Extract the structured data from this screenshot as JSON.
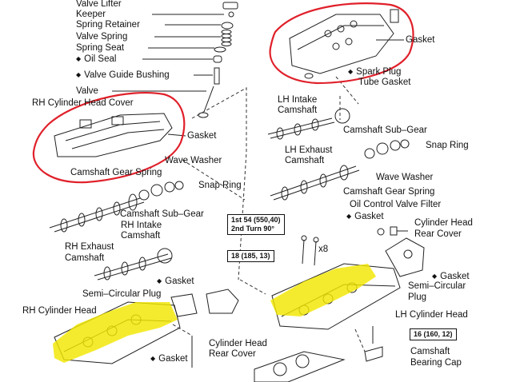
{
  "labels": {
    "valve_lifter": "Valve Lifter",
    "keeper": "Keeper",
    "spring_retainer": "Spring Retainer",
    "valve_spring": "Valve Spring",
    "spring_seat": "Spring Seat",
    "oil_seal": "Oil Seal",
    "valve_guide_bushing": "Valve Guide Bushing",
    "valve": "Valve",
    "rh_cylinder_head_cover": "RH Cylinder Head Cover",
    "gasket_rh_cover": "Gasket",
    "camshaft_gear_spring_rh": "Camshaft Gear Spring",
    "wave_washer_rh": "Wave Washer",
    "snap_ring_rh": "Snap Ring",
    "camshaft_sub_gear_rh": "Camshaft Sub–Gear",
    "rh_intake_camshaft_1": "RH Intake",
    "rh_intake_camshaft_2": "Camshaft",
    "rh_exhaust_camshaft_1": "RH Exhaust",
    "rh_exhaust_camshaft_2": "Camshaft",
    "semi_circular_plug_rh": "Semi–Circular Plug",
    "gasket_rh_top": "Gasket",
    "rh_cylinder_head": "RH Cylinder Head",
    "gasket_rh_bottom": "Gasket",
    "cylinder_head_rear_cover_rh_1": "Cylinder Head",
    "cylinder_head_rear_cover_rh_2": "Rear Cover",
    "gasket_lh_cover": "Gasket",
    "spark_plug_tube_gasket_1": "Spark Plug",
    "spark_plug_tube_gasket_2": "Tube Gasket",
    "lh_intake_camshaft_1": "LH Intake",
    "lh_intake_camshaft_2": "Camshaft",
    "camshaft_sub_gear_lh": "Camshaft Sub–Gear",
    "snap_ring_lh": "Snap Ring",
    "lh_exhaust_camshaft_1": "LH Exhaust",
    "lh_exhaust_camshaft_2": "Camshaft",
    "wave_washer_lh": "Wave Washer",
    "camshaft_gear_spring_lh": "Camshaft Gear Spring",
    "oil_control_valve_filter": "Oil Control Valve Filter",
    "gasket_lh_filter": "Gasket",
    "cylinder_head_rear_cover_lh_1": "Cylinder Head",
    "cylinder_head_rear_cover_lh_2": "Rear Cover",
    "gasket_lh_rear": "Gasket",
    "semi_circular_plug_lh_1": "Semi–Circular",
    "semi_circular_plug_lh_2": "Plug",
    "lh_cylinder_head": "LH Cylinder Head",
    "camshaft_bearing_cap_1": "Camshaft",
    "camshaft_bearing_cap_2": "Bearing Cap",
    "bolt_count": "x8"
  },
  "non_reusable_marker": "◆",
  "torque_specs": {
    "head_bolts_line1": "1st 54 (550,40)",
    "head_bolts_line2": "2nd Turn 90°",
    "cap_bolt_rh": "18 (185, 13)",
    "cap_bolt_lh": "16 (160, 12)"
  },
  "annotation_colors": {
    "circle": "#e0202a",
    "highlight": "#f2e600"
  }
}
